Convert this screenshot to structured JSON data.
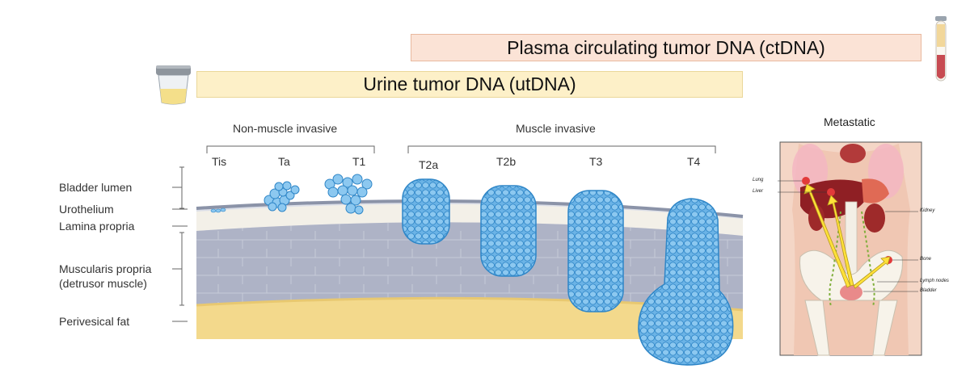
{
  "banners": {
    "ctdna": "Plasma circulating tumor DNA (ctDNA)",
    "utdna": "Urine tumor DNA (utDNA)"
  },
  "groups": {
    "non_muscle": "Non-muscle invasive",
    "muscle": "Muscle invasive"
  },
  "stages": [
    "Tis",
    "Ta",
    "T1",
    "T2a",
    "T2b",
    "T3",
    "T4"
  ],
  "layers": {
    "bladder_lumen": "Bladder lumen",
    "urothelium": "Urothelium",
    "lamina_propria": "Lamina propria",
    "muscularis_line1": "Muscularis propria",
    "muscularis_line2": "(detrusor muscle)",
    "perivesical_fat": "Perivesical fat"
  },
  "metastatic": {
    "title": "Metastatic",
    "lung": "Lung",
    "liver": "Liver",
    "kidney": "Kidney",
    "bone": "Bone",
    "lymph_nodes": "Lymph nodes",
    "bladder": "Bladder"
  },
  "colors": {
    "tumor": "#6bb3e6",
    "tumor_edge": "#2f86c7",
    "ctdna_banner": "#fbe3d6",
    "utdna_banner": "#fdf0c8",
    "fat": "#f3d98c",
    "muscle": "#aeb3c6",
    "lamina": "#f3f0e8"
  }
}
